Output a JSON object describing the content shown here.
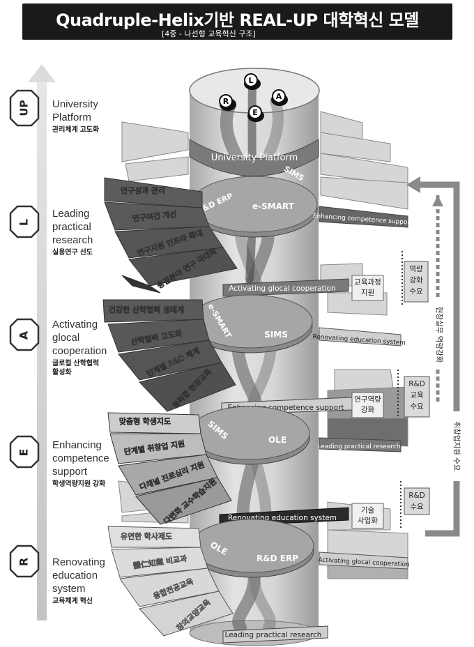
{
  "header": {
    "title": "Quadruple-Helix기반 REAL-UP 대학혁신 모델",
    "subtitle": "[4중 - 나선형 교육혁신 구조]"
  },
  "stages": [
    {
      "key": "UP",
      "en": "University\nPlatform",
      "ko": "관리체계 고도화"
    },
    {
      "key": "L",
      "en": "Leading\npractical\nresearch",
      "ko": "실용연구 선도"
    },
    {
      "key": "A",
      "en": "Activating\nglocal\ncooperation",
      "ko": "글로컬 산학협력\n활성화"
    },
    {
      "key": "E",
      "en": "Enhancing\ncompetence\nsupport",
      "ko": "학생역량지원 강화"
    },
    {
      "key": "R",
      "en": "Renovating\neducation\nsystem",
      "ko": "교육체계 혁신"
    }
  ],
  "core_letters": [
    "L",
    "R",
    "A",
    "E"
  ],
  "hubs": {
    "l": [
      "R&D ERP",
      "e-SMART",
      "SIMS"
    ],
    "a": [
      "e-SMART",
      "SIMS"
    ],
    "e": [
      "SIMS",
      "OLE"
    ],
    "r": [
      "OLE",
      "R&D ERP"
    ]
  },
  "stair_items": {
    "l": [
      "연구성과 관리",
      "연구여건 개선",
      "연구지원 인프라 확대",
      "중점분야 연구 극대화"
    ],
    "a": [
      "건강한 산학협력 생태계",
      "산학협력 고도화",
      "단계별 R&D 체계",
      "융복합 현장교육"
    ],
    "e": [
      "맞춤형 학생지도",
      "단계별 취창업 지원",
      "다채널 진로심리 지원",
      "다변화 교수학습지원"
    ],
    "r": [
      "유연한 학사제도",
      "體仁知業 비교과",
      "융합전공교육",
      "창의교양교육"
    ]
  },
  "band_labels": {
    "top": "University Platform",
    "l_right": "Enhancing competence support",
    "l_bottom": "Activating glocal cooperation",
    "a_right": "Renovating education system",
    "a_bottom": "Enhancing competence support",
    "e_right": "Leading practical research",
    "e_bottom": "Renovating education system",
    "r_right": "Activating glocal cooperation",
    "r_bottom": "Leading practical research"
  },
  "boxes": {
    "box1": "역량\n강화\n수요",
    "box2": "교육과정\n지원",
    "box3": "R&D\n교육\n수요",
    "box4": "연구역량\n강화",
    "box5": "R&D\n수요",
    "box6": "기술\n사업화"
  },
  "vertical_labels": {
    "v1": "현장실무 역량강화",
    "v2": "취창업지원 수요"
  }
}
